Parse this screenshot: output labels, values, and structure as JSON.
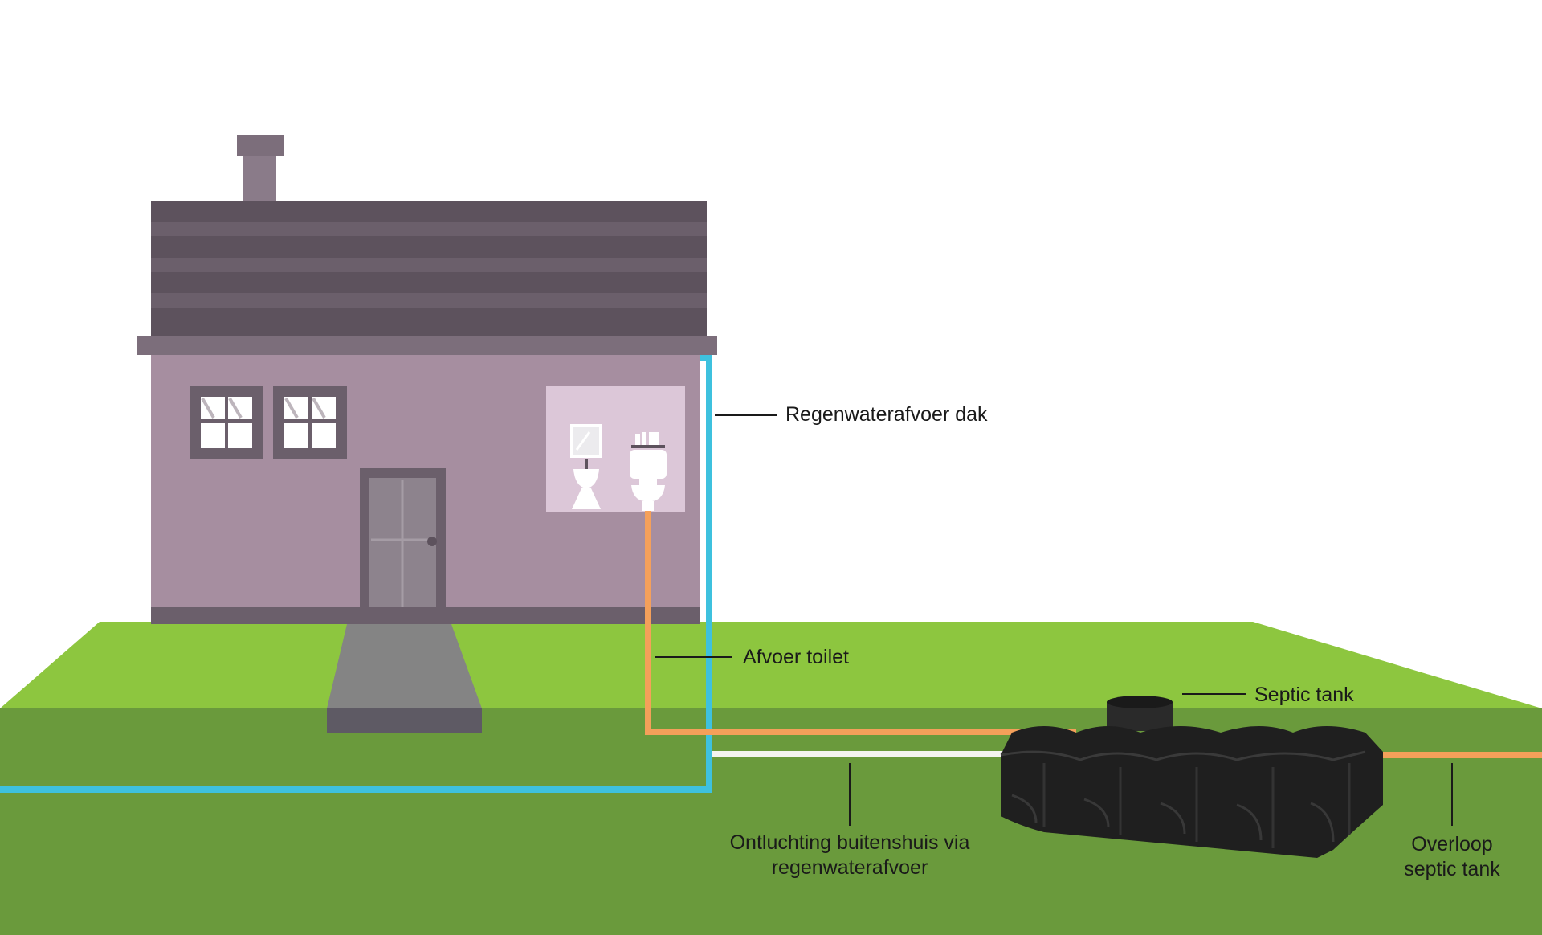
{
  "diagram": {
    "labels": {
      "roof_drain": "Regenwaterafvoer dak",
      "toilet_drain": "Afvoer toilet",
      "septic_tank": "Septic tank",
      "vent_line1": "Ontluchting buitenshuis via",
      "vent_line2": "regenwaterafvoer",
      "overflow_line1": "Overloop",
      "overflow_line2": "septic tank"
    },
    "colors": {
      "sky": "#ffffff",
      "lawn_top": "#8dc63f",
      "soil": "#6a9a3c",
      "house_wall": "#a68ea0",
      "roof": "#5d525d",
      "roof_stripe": "#6b5f6b",
      "trim": "#7c6e7b",
      "bathroom": "#dcc7d8",
      "path": "#848484",
      "path_edge": "#5e5a64",
      "rain_pipe": "#3ec1de",
      "toilet_pipe": "#f4a05a",
      "vent_pipe": "#f4f4f0",
      "tank": "#1f1f1f"
    },
    "icons": [
      "window-icon",
      "door-icon",
      "sink-icon",
      "mirror-icon",
      "toilet-icon",
      "septic-tank-icon",
      "chimney-icon"
    ]
  }
}
